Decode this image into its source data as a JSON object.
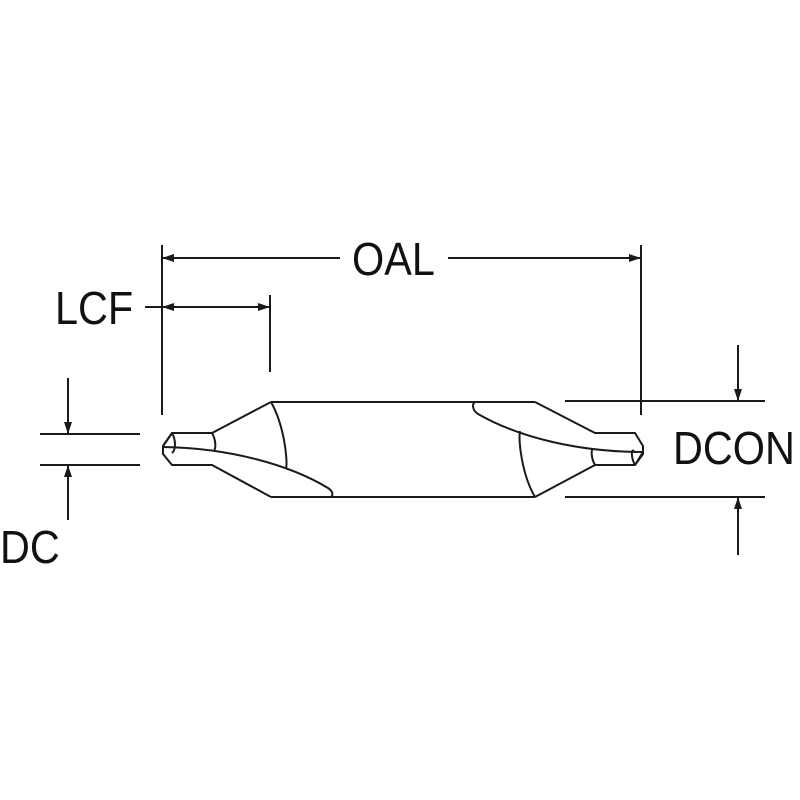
{
  "labels": {
    "oal": "OAL",
    "lcf": "LCF",
    "dc": "DC",
    "dcon": "DCON"
  },
  "colors": {
    "line": "#1a1a1a",
    "background": "#ffffff"
  }
}
